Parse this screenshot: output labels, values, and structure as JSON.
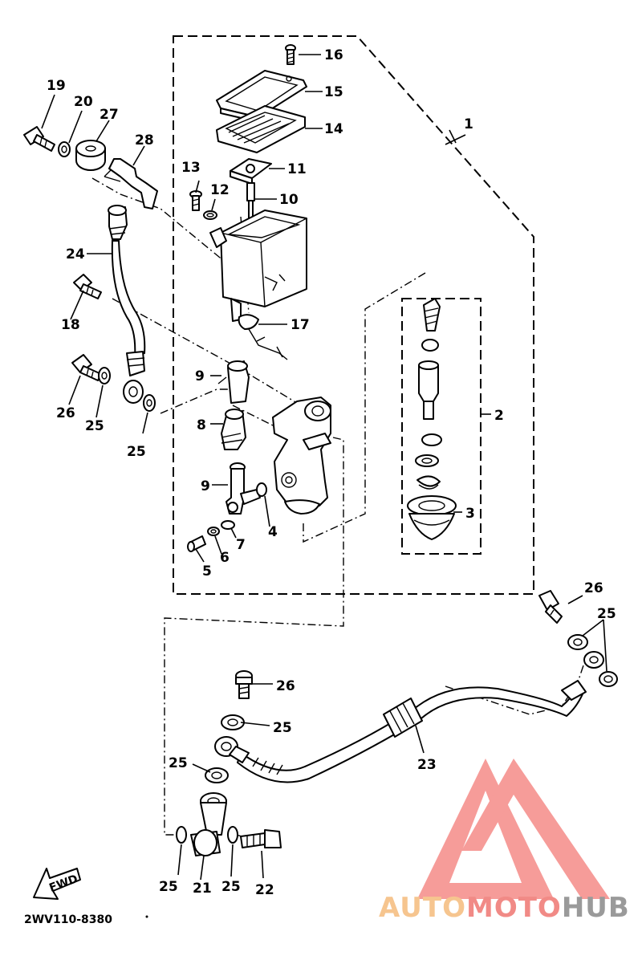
{
  "diagram_code": "2WV110-8380",
  "fwd_label": "FWD",
  "watermark": {
    "part1": "AUTO",
    "part2": "MOTO",
    "part3": "HUB",
    "colors": {
      "part1": "#f6c58f",
      "part2": "#f18a86",
      "part3": "#9a9a9a",
      "logo": "#f37b78"
    }
  },
  "callouts": {
    "c1": "1",
    "c2": "2",
    "c3": "3",
    "c4": "4",
    "c5": "5",
    "c6": "6",
    "c7": "7",
    "c8": "8",
    "c9a": "9",
    "c9b": "9",
    "c10": "10",
    "c11": "11",
    "c12": "12",
    "c13": "13",
    "c14": "14",
    "c15": "15",
    "c16": "16",
    "c17": "17",
    "c18": "18",
    "c19": "19",
    "c20": "20",
    "c21": "21",
    "c22": "22",
    "c23": "23",
    "c24": "24",
    "c25a": "25",
    "c25b": "25",
    "c25c": "25",
    "c25d": "25",
    "c25e": "25",
    "c25f": "25",
    "c25g": "25",
    "c26a": "26",
    "c26b": "26",
    "c26c": "26",
    "c27": "27",
    "c28": "28"
  }
}
